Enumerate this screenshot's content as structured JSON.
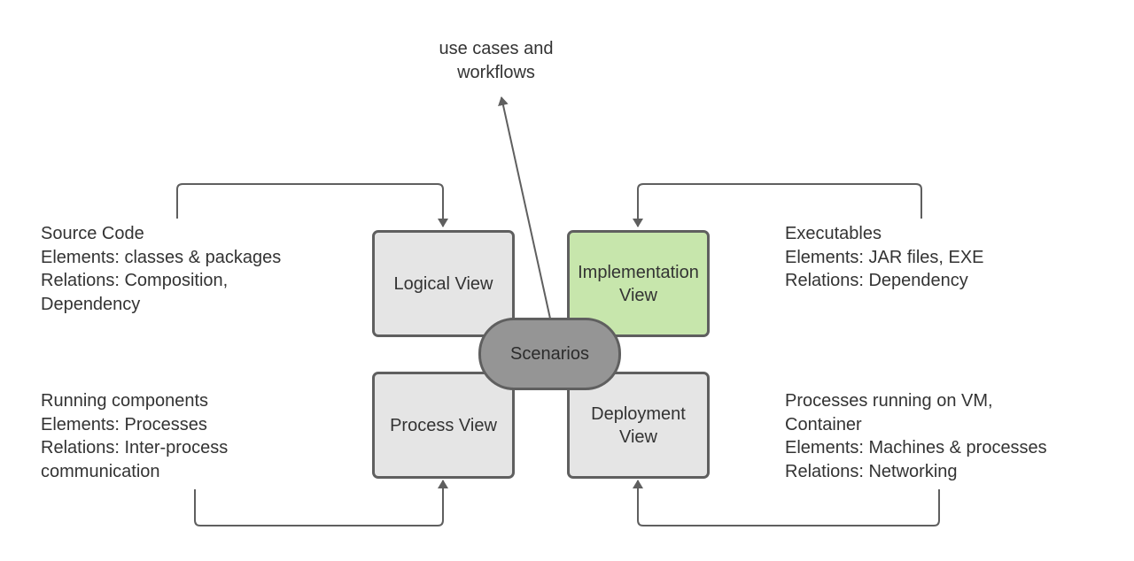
{
  "boxes": {
    "logical": "Logical View",
    "implementation": {
      "line1": "Implementation",
      "line2": "View"
    },
    "process": "Process View",
    "deployment": {
      "line1": "Deployment",
      "line2": "View"
    },
    "scenarios": "Scenarios"
  },
  "notes": {
    "top": [
      "use cases and",
      "workflows"
    ],
    "logical": [
      "Source Code",
      "Elements: classes & packages",
      "Relations: Composition,",
      "Dependency"
    ],
    "implementation": [
      "Executables",
      "Elements: JAR files, EXE",
      "Relations: Dependency"
    ],
    "process": [
      "Running components",
      "Elements: Processes",
      "Relations: Inter-process",
      "communication"
    ],
    "deployment": [
      "Processes running on VM,",
      "Container",
      "Elements: Machines & processes",
      "Relations: Networking"
    ]
  },
  "colors": {
    "box_fill": "#e5e5e5",
    "implementation_fill": "#c7e6ac",
    "scenarios_fill": "#959595",
    "stroke": "#5f5f5f"
  }
}
